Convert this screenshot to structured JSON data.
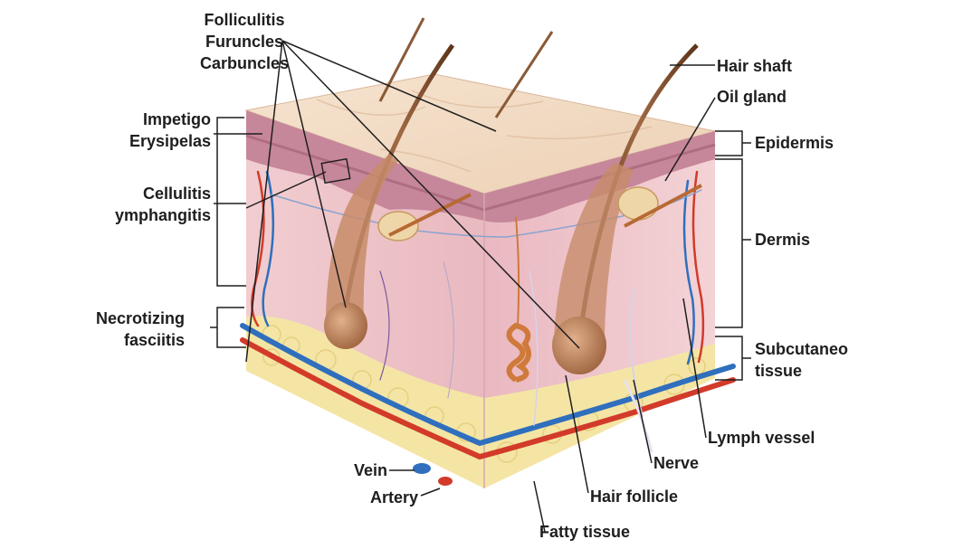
{
  "labels": {
    "folliculitis": "Folliculitis",
    "furuncles": "Furuncles",
    "carbuncles": "Carbuncles",
    "impetigo": "Impetigo",
    "erysipelas": "Erysipelas",
    "cellulitis": "Cellulitis",
    "lymphangitis": "ymphangitis",
    "necrotizing": "Necrotizing",
    "fasciitis": "fasciitis",
    "hair_shaft": "Hair shaft",
    "oil_gland": "Oil gland",
    "epidermis": "Epidermis",
    "dermis": "Dermis",
    "subcutaneo": "Subcutaneo",
    "tissue": "tissue",
    "lymph_vessel": "Lymph vessel",
    "nerve": "Nerve",
    "hair_follicle": "Hair follicle",
    "vein": "Vein",
    "artery": "Artery",
    "fatty_tissue": "Fatty tissue"
  },
  "colors": {
    "skin_top": "#f3dcc4",
    "epidermis": "#c98a9a",
    "dermis": "#f0c8cc",
    "fat": "#f5e7a6",
    "artery": "#d23a2a",
    "vein": "#2f6fbd",
    "hair": "#7a4a2a"
  }
}
